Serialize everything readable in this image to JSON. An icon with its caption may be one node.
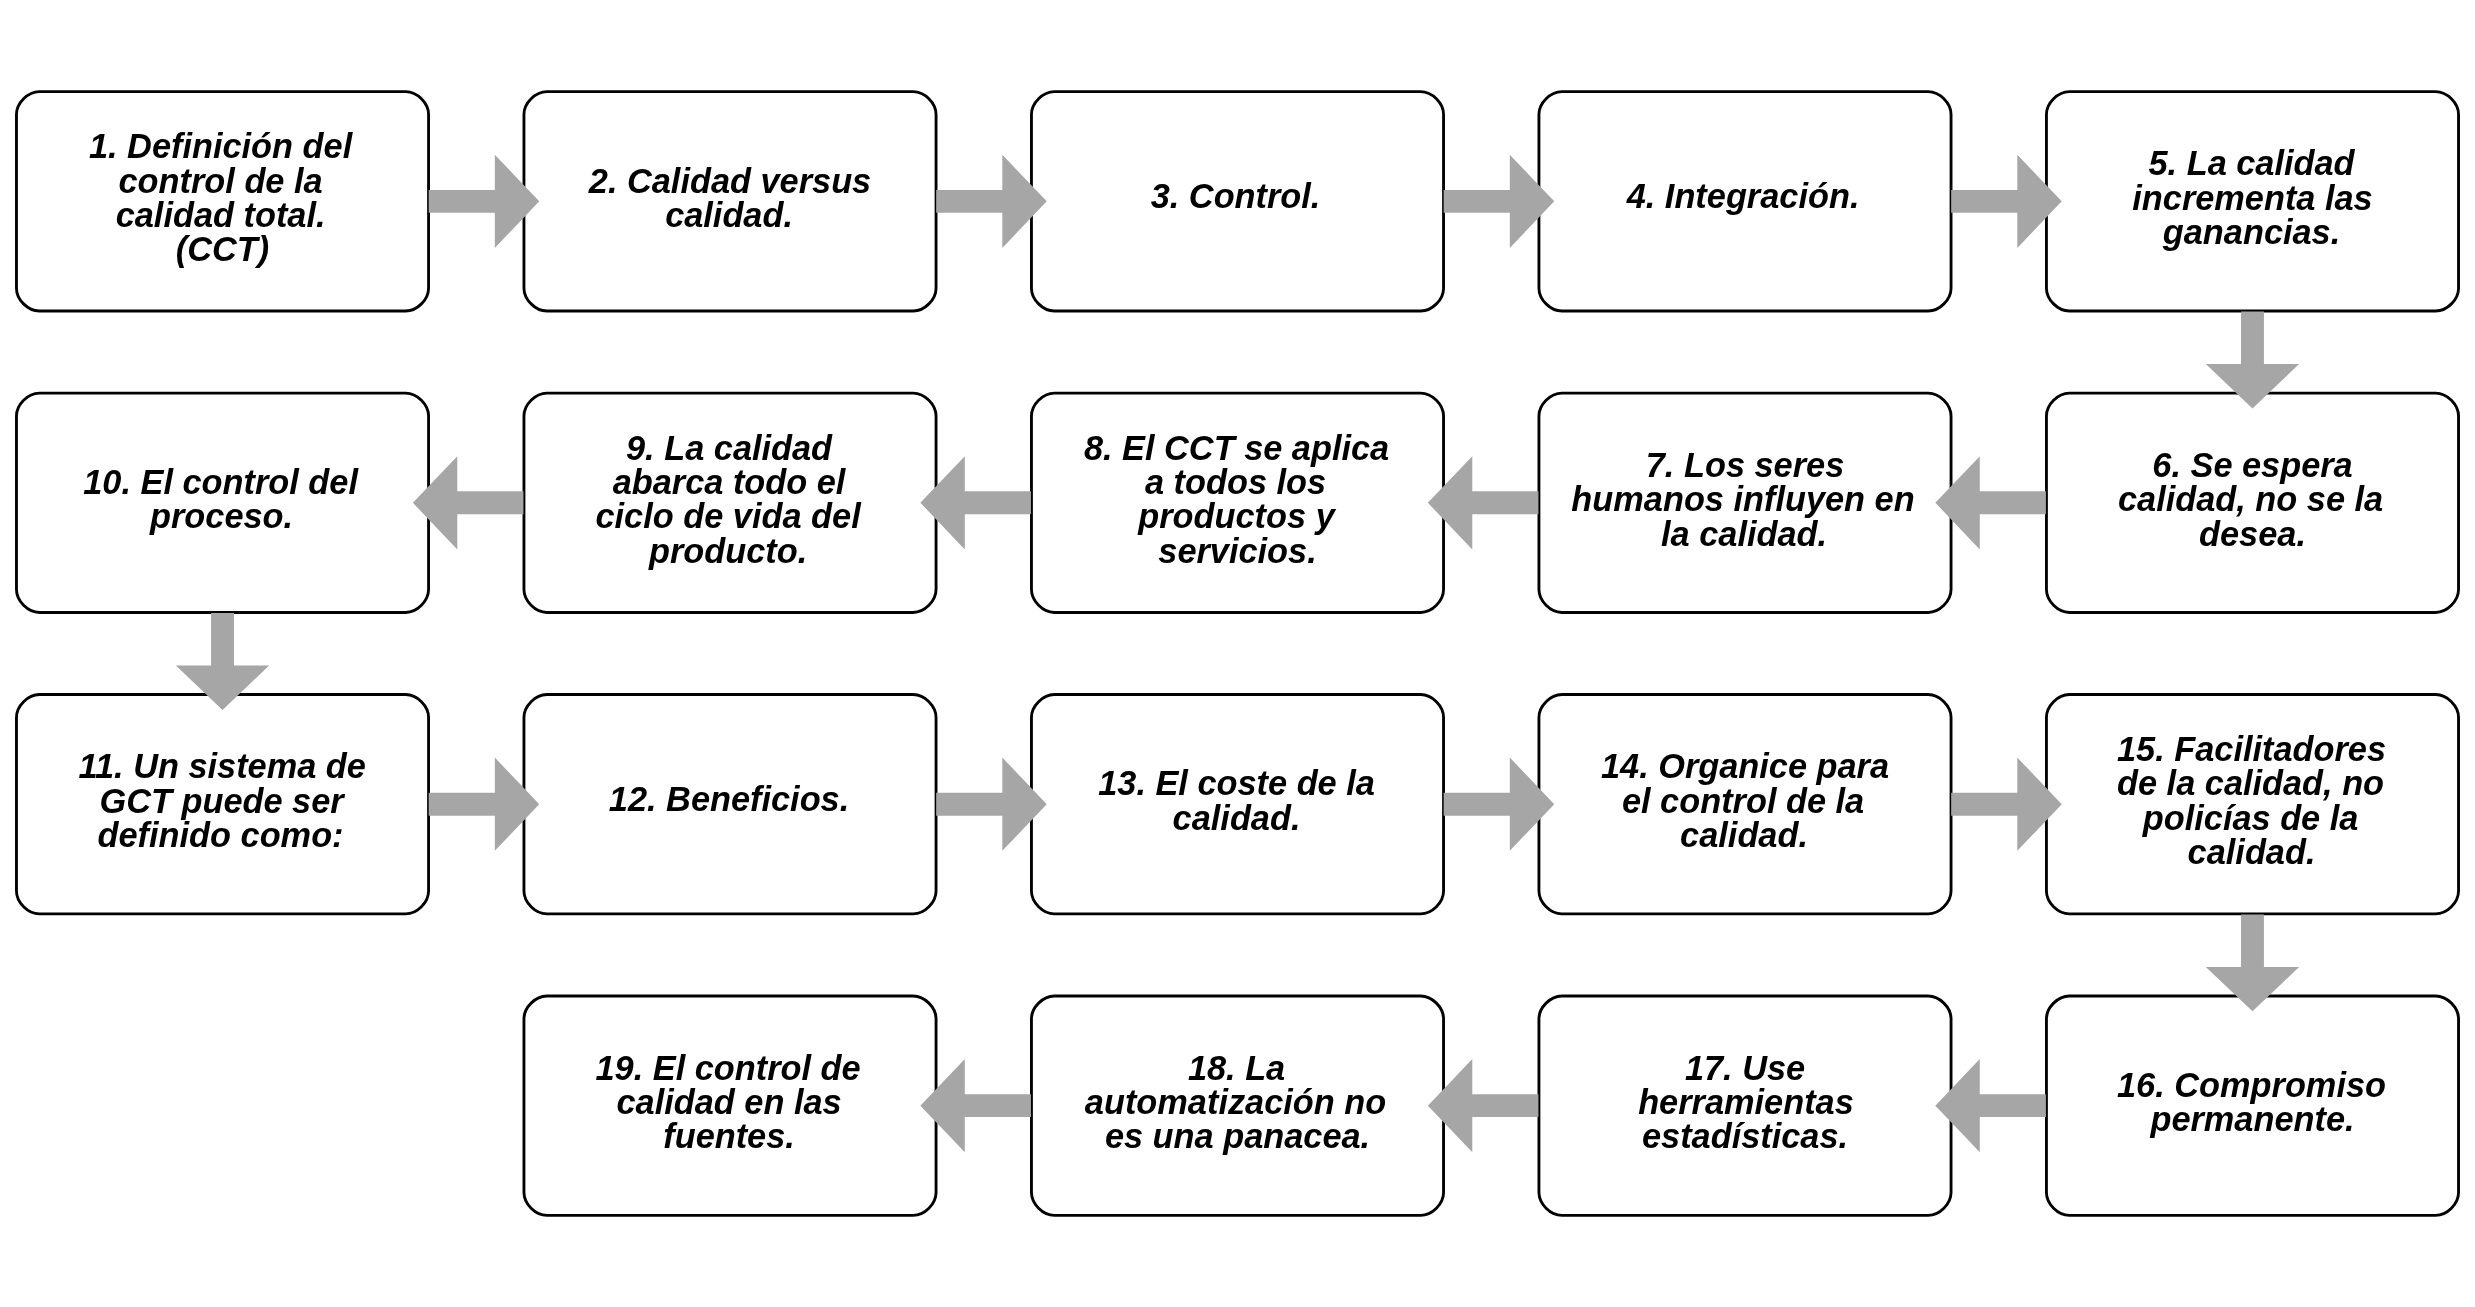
{
  "diagram": {
    "nodes": [
      {
        "text": [
          "1. Definición del control de la calidad total. (CCT)"
        ]
      },
      {
        "text": [
          "2. Calidad versus calidad."
        ]
      },
      {
        "text": [
          "3. Control."
        ]
      },
      {
        "text": [
          "4. Integración."
        ]
      },
      {
        "text": [
          "5. La calidad incrementa las ganancias."
        ]
      },
      {
        "text": [
          "6. Se espera calidad, no se la desea."
        ]
      },
      {
        "text": [
          "7. Los seres humanos influyen en la calidad."
        ]
      },
      {
        "text": [
          "8. El CCT se aplica a todos los productos y servicios."
        ]
      },
      {
        "text": [
          "9. La calidad abarca todo el ciclo de vida del producto."
        ]
      },
      {
        "text": [
          "10. El control del proceso."
        ]
      },
      {
        "text": [
          "11. Un sistema de GCT puede ser definido como:"
        ]
      },
      {
        "text": [
          "12. Beneficios."
        ]
      },
      {
        "text": [
          "13. El coste de la calidad."
        ]
      },
      {
        "text": [
          "14. Organice para el control de la calidad."
        ]
      },
      {
        "text": [
          "15. Facilitadores de la calidad, no policías de la calidad."
        ]
      },
      {
        "text": [
          "16. Compromiso permanente."
        ]
      },
      {
        "text": [
          "17. Use herramientas estadísticas."
        ]
      },
      {
        "text": [
          "18. La automatización no es una panacea."
        ]
      },
      {
        "text": [
          "19. El control de calidad en las fuentes."
        ]
      }
    ],
    "edges": [
      {
        "from": 0,
        "to": 1,
        "arrow": "to"
      },
      {
        "from": 1,
        "to": 2,
        "arrow": "to"
      },
      {
        "from": 2,
        "to": 3,
        "arrow": "to"
      },
      {
        "from": 3,
        "to": 4,
        "arrow": "to"
      },
      {
        "from": 4,
        "to": 5,
        "arrow": "to"
      },
      {
        "from": 5,
        "to": 6,
        "arrow": "to"
      },
      {
        "from": 6,
        "to": 7,
        "arrow": "to"
      },
      {
        "from": 7,
        "to": 8,
        "arrow": "to"
      },
      {
        "from": 8,
        "to": 9,
        "arrow": "to"
      },
      {
        "from": 9,
        "to": 10,
        "arrow": "to"
      },
      {
        "from": 10,
        "to": 11,
        "arrow": "to"
      },
      {
        "from": 11,
        "to": 12,
        "arrow": "to"
      },
      {
        "from": 12,
        "to": 13,
        "arrow": "to"
      },
      {
        "from": 13,
        "to": 14,
        "arrow": "to"
      },
      {
        "from": 14,
        "to": 15,
        "arrow": "to"
      },
      {
        "from": 15,
        "to": 16,
        "arrow": "to"
      },
      {
        "from": 16,
        "to": 17,
        "arrow": "to"
      },
      {
        "from": 17,
        "to": 18,
        "arrow": "to"
      }
    ]
  }
}
